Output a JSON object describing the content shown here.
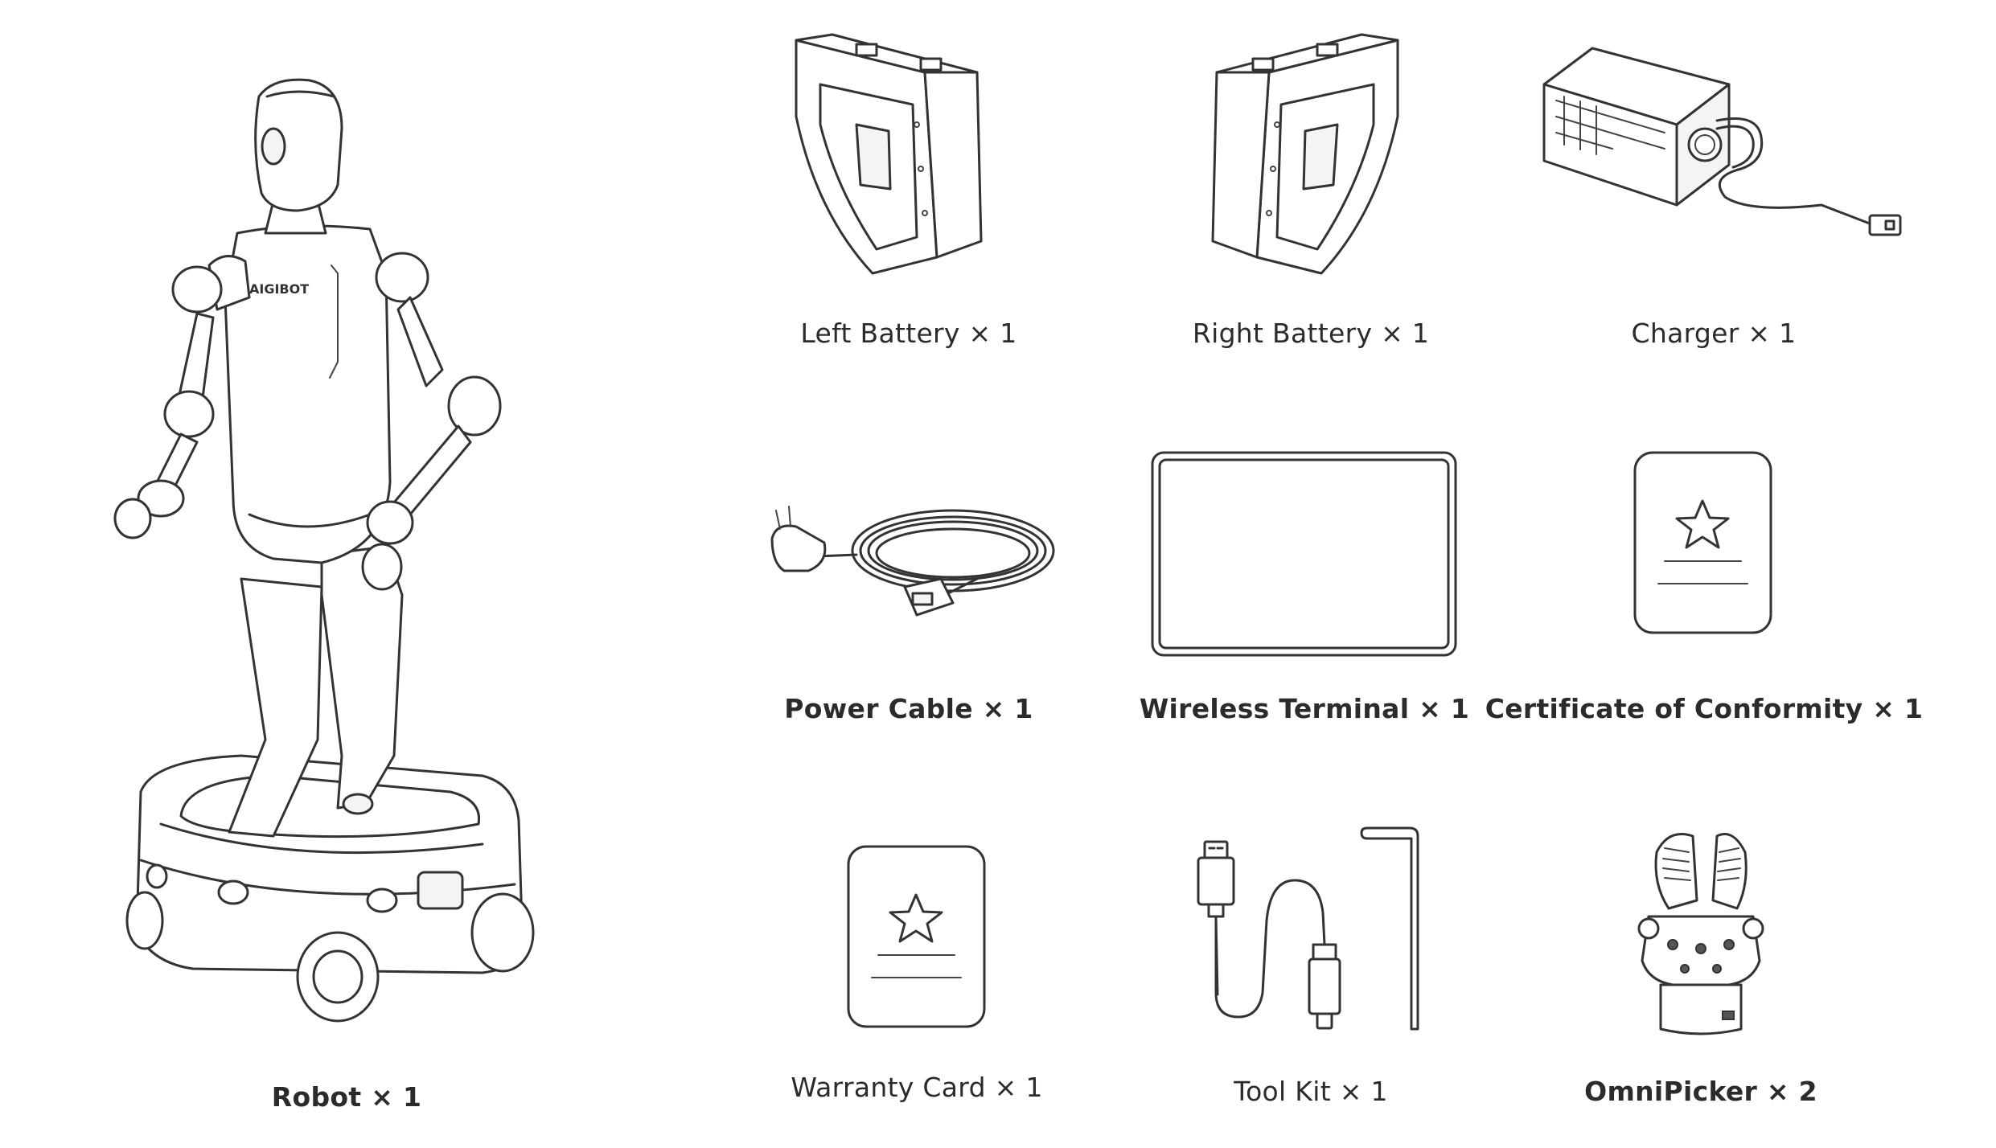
{
  "items": {
    "robot": "Robot × 1",
    "left_battery": "Left Battery × 1",
    "right_battery": "Right Battery × 1",
    "charger": "Charger × 1",
    "power_cable": "Power Cable × 1",
    "wireless_terminal": "Wireless Terminal × 1",
    "certificate": "Certificate of Conformity × 1",
    "warranty_card": "Warranty Card × 1",
    "tool_kit": "Tool Kit × 1",
    "omnipicker": "OmniPicker × 2"
  },
  "robot_brand": "AIGIBOT"
}
